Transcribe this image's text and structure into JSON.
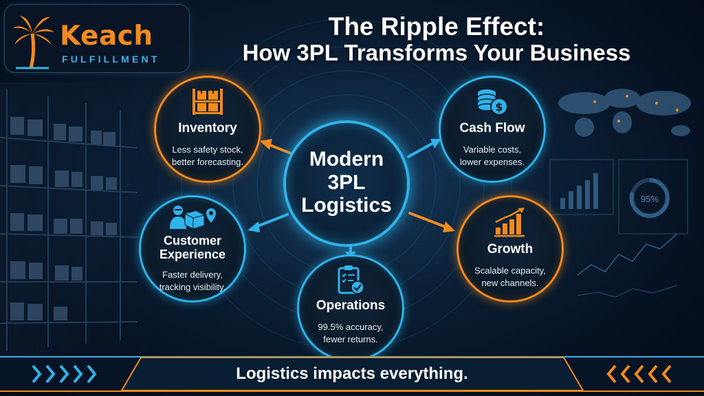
{
  "brand": {
    "name": "Keach",
    "tagline": "FULFILLMENT"
  },
  "title": {
    "line1": "The Ripple Effect:",
    "line2": "How 3PL Transforms Your Business"
  },
  "hub": {
    "lines": [
      "Modern",
      "3PL",
      "Logistics"
    ]
  },
  "nodes": {
    "inventory": {
      "title": "Inventory",
      "lines": [
        "Less safety stock,",
        "better forecasting."
      ]
    },
    "cash_flow": {
      "title": "Cash Flow",
      "lines": [
        "Variable costs,",
        "lower expenses."
      ]
    },
    "customer": {
      "title_lines": [
        "Customer",
        "Experience"
      ],
      "lines": [
        "Faster delivery,",
        "tracking visibility."
      ]
    },
    "operations": {
      "title": "Operations",
      "lines": [
        "99.5% accuracy,",
        "fewer returns."
      ]
    },
    "growth": {
      "title": "Growth",
      "lines": [
        "Scalable capacity,",
        "new channels."
      ]
    }
  },
  "dashboard_value": "95%",
  "banner": {
    "text": "Logistics impacts everything."
  },
  "colors": {
    "orange": "#f28a1e",
    "blue": "#2fb3ea",
    "background": "#061222"
  }
}
